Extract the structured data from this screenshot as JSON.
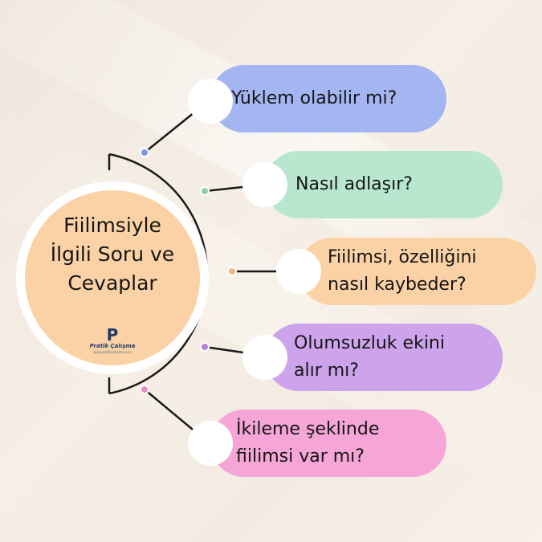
{
  "center": {
    "title_lines": [
      "Fiilimsiyle",
      "İlgili Soru ve",
      "Cevaplar"
    ],
    "logo": {
      "mark": "P",
      "name": "Pratik Çalışma",
      "url": "www.pratikcalisma.com"
    }
  },
  "items": [
    {
      "lines": [
        "Yüklem olabilir mi?"
      ],
      "color": "#a3b6f2",
      "dot": "#7f95e0"
    },
    {
      "lines": [
        "Nasıl adlaşır?"
      ],
      "color": "#b8e6cf",
      "dot": "#8fcfb0"
    },
    {
      "lines": [
        "Fiilimsi, özelliğini",
        "nasıl kaybeder?"
      ],
      "color": "#fbd2a6",
      "dot": "#f2b57e"
    },
    {
      "lines": [
        "Olumsuzluk ekini",
        "alır mı?"
      ],
      "color": "#cda4ec",
      "dot": "#b483d8"
    },
    {
      "lines": [
        "İkileme şeklinde",
        "fiilimsi var mı?"
      ],
      "color": "#f5a6d6",
      "dot": "#e98cc4"
    }
  ]
}
